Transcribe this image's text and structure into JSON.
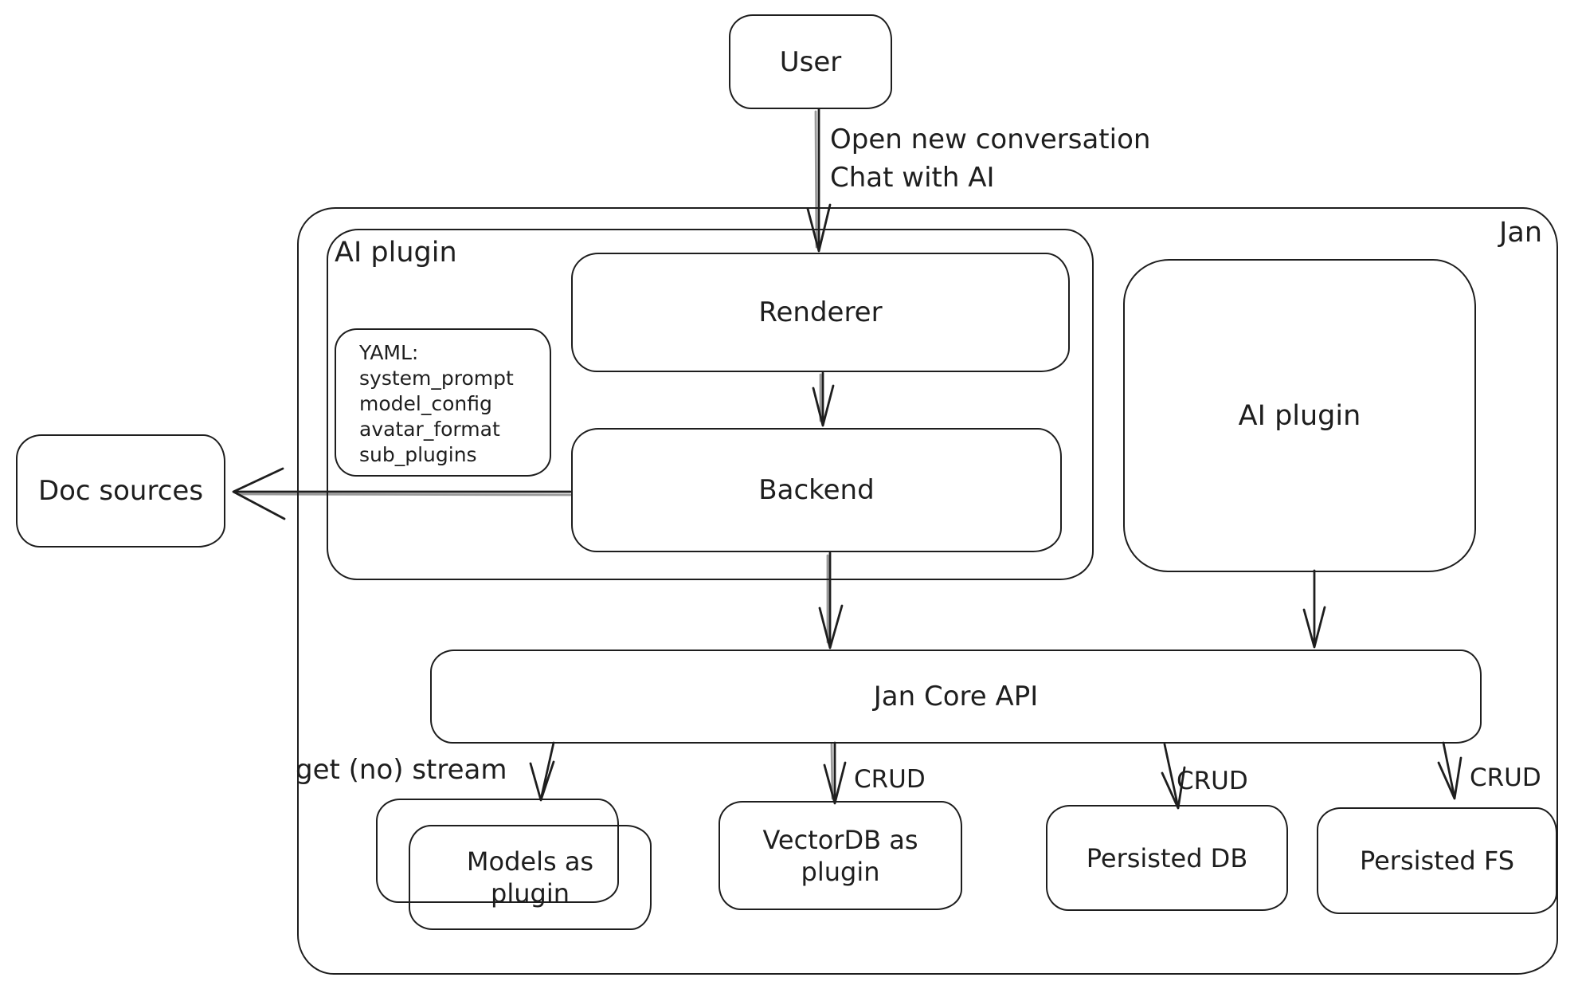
{
  "diagram": {
    "ink_color": "#1e1e1e",
    "background_color": "#ffffff",
    "nodes": {
      "user": {
        "label": "User"
      },
      "jan_container": {
        "label": "Jan"
      },
      "ai_plugin_left": {
        "label": "AI plugin"
      },
      "renderer": {
        "label": "Renderer"
      },
      "yaml_note": {
        "lines": [
          "YAML:",
          "system_prompt",
          "model_config",
          "avatar_format",
          "sub_plugins"
        ]
      },
      "backend": {
        "label": "Backend"
      },
      "ai_plugin_right": {
        "label": "AI plugin"
      },
      "doc_sources": {
        "label": "Doc sources"
      },
      "jan_core_api": {
        "label": "Jan Core API"
      },
      "models_as_plugin": {
        "label": "Models as plugin"
      },
      "vectordb_as_plugin": {
        "label": "VectorDB as plugin"
      },
      "persisted_db": {
        "label": "Persisted DB"
      },
      "persisted_fs": {
        "label": "Persisted FS"
      }
    },
    "edges": {
      "user_to_renderer": {
        "label_line1": "Open new conversation",
        "label_line2": "Chat with AI"
      },
      "jan_core_to_models": {
        "label": "get (no) stream"
      },
      "jan_core_to_vectordb": {
        "label": "CRUD"
      },
      "jan_core_to_persisted_db": {
        "label": "CRUD"
      },
      "jan_core_to_persisted_fs": {
        "label": "CRUD"
      }
    }
  }
}
